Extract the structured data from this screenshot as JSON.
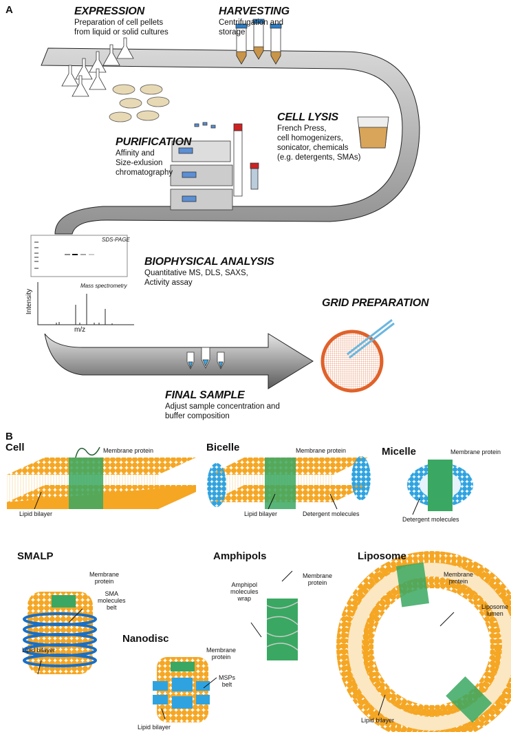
{
  "panel_a": {
    "label": "A",
    "steps": {
      "expression": {
        "title": "EXPRESSION",
        "lines": [
          "Preparation of cell pellets",
          "from liquid or solid cultures"
        ]
      },
      "harvesting": {
        "title": "HARVESTING",
        "lines": [
          "Centrifugation and",
          "storage"
        ]
      },
      "cell_lysis": {
        "title": "CELL LYSIS",
        "lines": [
          "French Press,",
          "cell homogenizers,",
          "sonicator, chemicals",
          "(e.g. detergents, SMAs)"
        ]
      },
      "purification": {
        "title": "PURIFICATION",
        "lines": [
          "Affinity and",
          "Size-exlusion",
          "chromatography"
        ]
      },
      "biophysical": {
        "title": "BIOPHYSICAL ANALYSIS",
        "lines": [
          "Quantitative MS, DLS, SAXS,",
          "Activity assay"
        ]
      },
      "grid": {
        "title": "GRID PREPARATION"
      },
      "final": {
        "title": "FINAL SAMPLE",
        "lines": [
          "Adjust sample concentration and",
          "buffer composition"
        ]
      }
    },
    "sds_page": {
      "label": "SDS-PAGE"
    },
    "mass_spec": {
      "label": "Mass spectrometry",
      "ylabel": "Intensity",
      "xlabel": "m/z"
    }
  },
  "panel_b": {
    "label": "B",
    "models": {
      "cell": {
        "title": "Cell",
        "labels": [
          "Membrane protein",
          "Lipid bilayer"
        ]
      },
      "bicelle": {
        "title": "Bicelle",
        "labels": [
          "Membrane protein",
          "Lipid bilayer",
          "Detergent molecules"
        ]
      },
      "micelle": {
        "title": "Micelle",
        "labels": [
          "Membrane protein",
          "Detergent molecules"
        ]
      },
      "smalp": {
        "title": "SMALP",
        "labels": [
          "Membrane\nprotein",
          "SMA\nmolecules\nbelt",
          "Lipid bilayer"
        ]
      },
      "amphipols": {
        "title": "Amphipols",
        "labels": [
          "Membrane\nprotein",
          "Amphipol\nmolecules\nwrap"
        ]
      },
      "liposome": {
        "title": "Liposome",
        "labels": [
          "Membrane\nprotein",
          "Liposome\nlumen",
          "Lipid bilayer"
        ]
      },
      "nanodisc": {
        "title": "Nanodisc",
        "labels": [
          "Membrane\nprotein",
          "MSPs\nbelt",
          "Lipid bilayer"
        ]
      }
    }
  },
  "colors": {
    "lipid": "#f5a623",
    "protein": "#2e9e57",
    "detergent": "#2fa3e0",
    "band": "#a9a9a9",
    "grid": "#e0622a"
  }
}
